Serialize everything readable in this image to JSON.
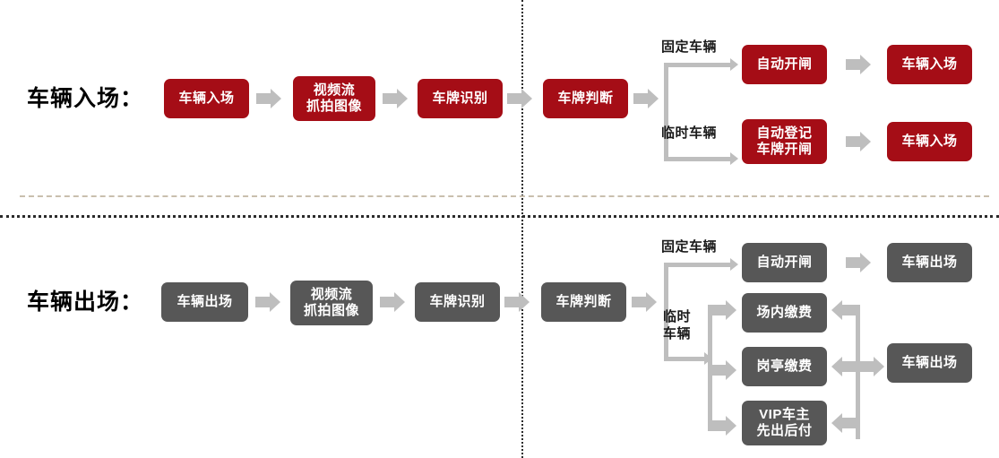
{
  "diagram": {
    "title_entry": "车辆入场：",
    "title_exit": "车辆出场：",
    "colors": {
      "entry_node": "#A50D16",
      "exit_node": "#575757",
      "arrow": "#BEBEBE",
      "divider_tan": "#C9BFAE",
      "divider_dot": "#2B2B2B",
      "node_text": "#FFFFFF",
      "label_text": "#1A1A1A"
    },
    "entry_flow": {
      "main_chain": [
        {
          "id": "entry-start",
          "label": "车辆入场"
        },
        {
          "id": "entry-capture",
          "label": "视频流\n抓拍图像"
        },
        {
          "id": "entry-recognize",
          "label": "车牌识别"
        },
        {
          "id": "entry-judge",
          "label": "车牌判断"
        }
      ],
      "branches": [
        {
          "id": "entry-branch-fixed",
          "label": "固定车辆",
          "steps": [
            {
              "id": "entry-fixed-open",
              "label": "自动开闸"
            },
            {
              "id": "entry-fixed-result",
              "label": "车辆入场"
            }
          ]
        },
        {
          "id": "entry-branch-temp",
          "label": "临时车辆",
          "steps": [
            {
              "id": "entry-temp-register",
              "label": "自动登记\n车牌开闸"
            },
            {
              "id": "entry-temp-result",
              "label": "车辆入场"
            }
          ]
        }
      ]
    },
    "exit_flow": {
      "main_chain": [
        {
          "id": "exit-start",
          "label": "车辆出场"
        },
        {
          "id": "exit-capture",
          "label": "视频流\n抓拍图像"
        },
        {
          "id": "exit-recognize",
          "label": "车牌识别"
        },
        {
          "id": "exit-judge",
          "label": "车牌判断"
        }
      ],
      "branches": [
        {
          "id": "exit-branch-fixed",
          "label": "固定车辆",
          "steps": [
            {
              "id": "exit-fixed-open",
              "label": "自动开闸"
            },
            {
              "id": "exit-fixed-result",
              "label": "车辆出场"
            }
          ]
        },
        {
          "id": "exit-branch-temp",
          "label": "临时\n车辆",
          "steps": [
            {
              "id": "exit-temp-onsite-pay",
              "label": "场内缴费"
            },
            {
              "id": "exit-temp-booth-pay",
              "label": "岗亭缴费"
            },
            {
              "id": "exit-temp-vip",
              "label": "VIP车主\n先出后付"
            }
          ],
          "result": {
            "id": "exit-temp-result",
            "label": "车辆出场"
          }
        }
      ]
    }
  }
}
